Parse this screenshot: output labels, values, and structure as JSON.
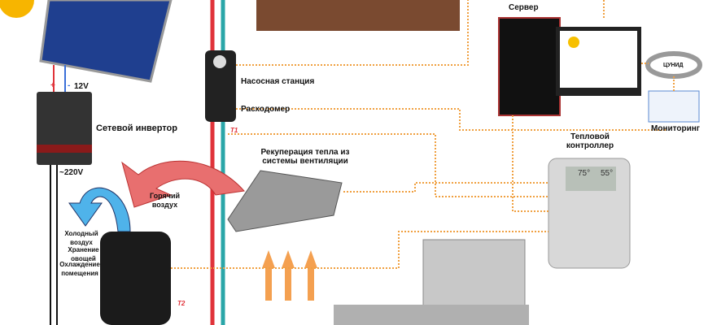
{
  "solar": {
    "plus": "+",
    "minus": "-",
    "voltage": "12V"
  },
  "inverter": {
    "label": "Сетевой инвертор",
    "output": "~220V"
  },
  "airflow": {
    "hot": "Горячий воздух",
    "cold": "Холодный воздух",
    "storage": "Хранение овощей",
    "cooling": "Охлаждение помещения"
  },
  "pump": {
    "station": "Насосная станция",
    "flowmeter": "Расходомер",
    "t1": "T1",
    "t2": "T2"
  },
  "recuperation": {
    "label": "Рекуперация тепла из системы вентиляции"
  },
  "server": {
    "label": "Сервер"
  },
  "cunid": {
    "label": "ЦУНИД"
  },
  "monitoring": {
    "label": "Мониторинг"
  },
  "controller": {
    "label": "Тепловой контроллер",
    "temp1": "75°",
    "temp2": "55°"
  },
  "colors": {
    "hot": "#e0333a",
    "cold": "#2aa6a8",
    "wire": "#f0a040"
  }
}
